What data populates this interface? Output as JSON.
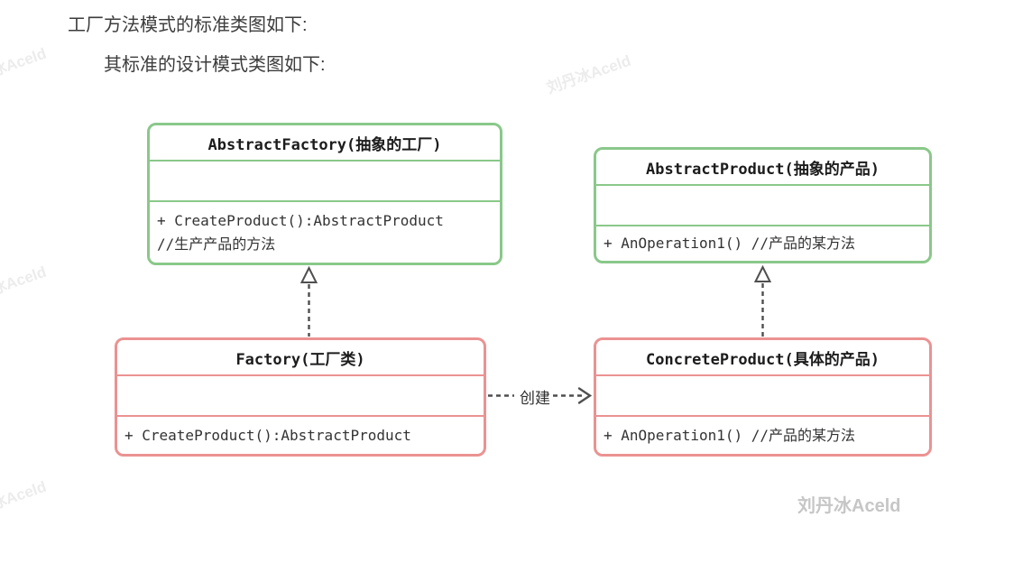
{
  "headings": {
    "line1": "工厂方法模式的标准类图如下:",
    "line2": "其标准的设计模式类图如下:"
  },
  "classes": {
    "abstract_factory": {
      "title": "AbstractFactory(抽象的工厂)",
      "attributes": [],
      "methods": [
        "+ CreateProduct():AbstractProduct",
        "//生产产品的方法"
      ]
    },
    "abstract_product": {
      "title": "AbstractProduct(抽象的产品)",
      "attributes": [],
      "methods": [
        "+ AnOperation1() //产品的某方法"
      ]
    },
    "factory": {
      "title": "Factory(工厂类)",
      "attributes": [],
      "methods": [
        "+ CreateProduct():AbstractProduct"
      ]
    },
    "concrete_product": {
      "title": "ConcreteProduct(具体的产品)",
      "attributes": [],
      "methods": [
        "+ AnOperation1() //产品的某方法"
      ]
    }
  },
  "relations": {
    "create_label": "创建"
  },
  "watermark": {
    "text": "刘丹冰Aceld"
  },
  "colors": {
    "abstract_class_border": "#8ac88a",
    "concrete_class_border": "#eb9292",
    "connector": "#4f4f4f",
    "watermark_faint": "#ececec",
    "watermark_solid": "#c6c6c6"
  }
}
